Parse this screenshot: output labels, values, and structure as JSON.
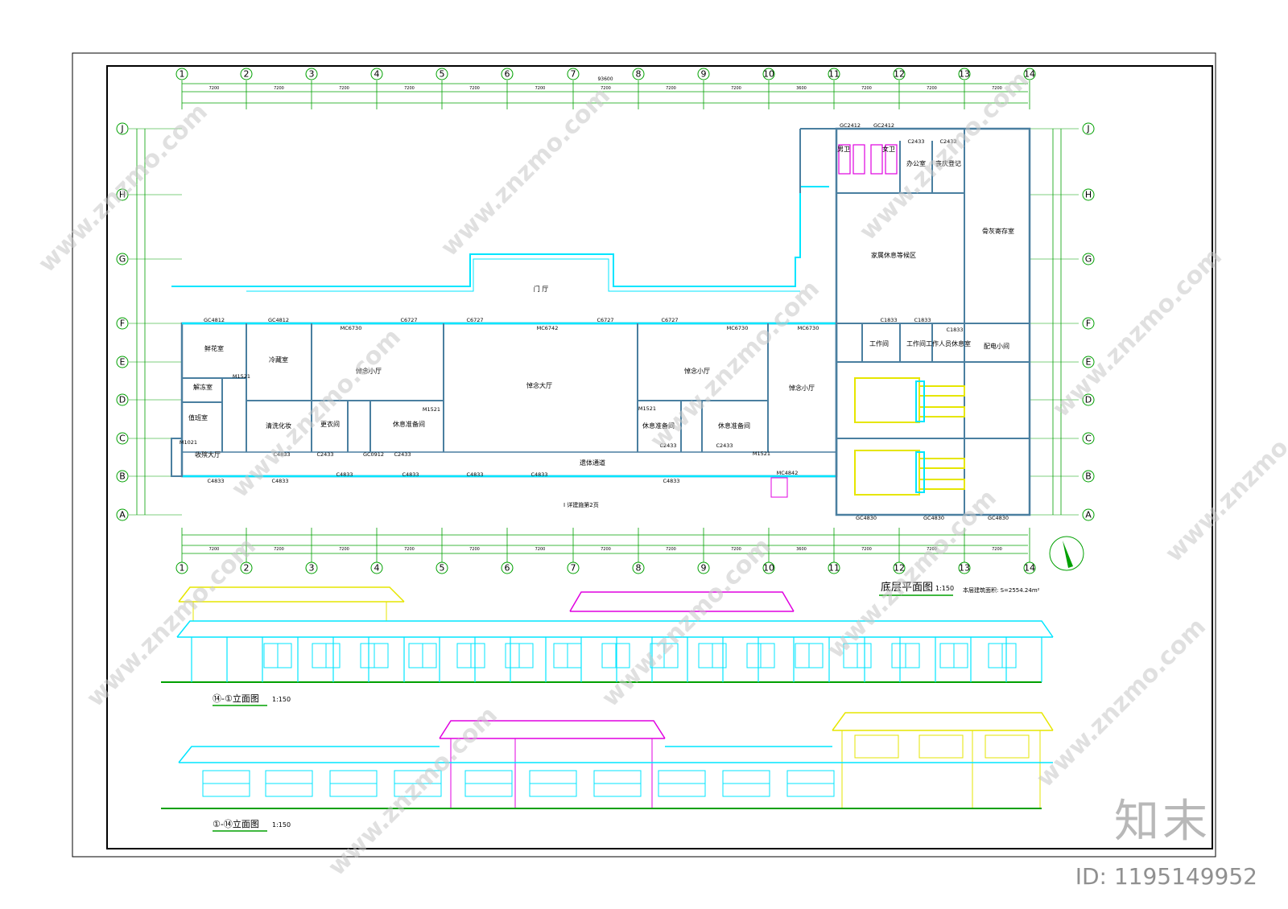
{
  "drawing": {
    "plan_title": "底层平面图",
    "plan_scale": "1:150",
    "area_note": "本层建筑面积: S=2554.24m²",
    "elev1_title": "⑭-①立面图",
    "elev1_scale": "1:150",
    "elev2_title": "①-⑭立面图",
    "elev2_scale": "1:150",
    "section_note": "I 详建施第2页",
    "overall_dim": "93600"
  },
  "grid": {
    "cols": [
      "1",
      "2",
      "3",
      "4",
      "5",
      "6",
      "7",
      "8",
      "9",
      "10",
      "11",
      "12",
      "13",
      "14"
    ],
    "rows": [
      "J",
      "H",
      "G",
      "F",
      "E",
      "D",
      "C",
      "B",
      "A"
    ],
    "spans": [
      "7200",
      "7200",
      "7200",
      "7200",
      "7200",
      "7200",
      "7200",
      "7200",
      "7200",
      "3600",
      "7200",
      "7200",
      "7200"
    ]
  },
  "rooms": [
    {
      "key": "r_xianhua",
      "label": "鲜花室"
    },
    {
      "key": "r_lengcang",
      "label": "冷藏室"
    },
    {
      "key": "r_daonian1",
      "label": "悼念小厅"
    },
    {
      "key": "r_daonian_da",
      "label": "悼念大厅"
    },
    {
      "key": "r_daonian2",
      "label": "悼念小厅"
    },
    {
      "key": "r_daonian3",
      "label": "悼念小厅"
    },
    {
      "key": "r_jiedong",
      "label": "解冻室"
    },
    {
      "key": "r_qingxi",
      "label": "清洗化妆"
    },
    {
      "key": "r_gengyi",
      "label": "更衣间"
    },
    {
      "key": "r_xiuxi1",
      "label": "休息准备间"
    },
    {
      "key": "r_xiuxi2",
      "label": "休息准备间"
    },
    {
      "key": "r_xiuxi3",
      "label": "休息准备间"
    },
    {
      "key": "r_zhibang",
      "label": "值班室"
    },
    {
      "key": "r_shouyun",
      "label": "收殡大厅"
    },
    {
      "key": "r_menting",
      "label": "门  厅"
    },
    {
      "key": "r_yiti",
      "label": "遗体通道"
    },
    {
      "key": "r_jiashu",
      "label": "家属休息等候区"
    },
    {
      "key": "r_nanwei",
      "label": "男卫"
    },
    {
      "key": "r_nvwei",
      "label": "女卫"
    },
    {
      "key": "r_bangong",
      "label": "办公室"
    },
    {
      "key": "r_sangshi",
      "label": "丧庆登记"
    },
    {
      "key": "r_jicun",
      "label": "骨灰寄存室"
    },
    {
      "key": "r_gongzuo1",
      "label": "工作间"
    },
    {
      "key": "r_gongzuo2",
      "label": "工作间"
    },
    {
      "key": "r_renyuan",
      "label": "工作人员休息室"
    },
    {
      "key": "r_peidian",
      "label": "配电小间"
    }
  ],
  "tags": {
    "gc4812a": "GC4812",
    "gc4812b": "GC4812",
    "mc6730a": "MC6730",
    "c6727a": "C6727",
    "c6727b": "C6727",
    "mc6742": "MC6742",
    "c6727c": "C6727",
    "c6727d": "C6727",
    "mc6730b": "MC6730",
    "mc6730c": "MC6730",
    "c4833a": "C4833",
    "c4833b": "C4833",
    "c4833c": "C4833",
    "c4833d": "C4833",
    "c4833e": "C4833",
    "c4833f": "C4833",
    "c4833g": "C4833",
    "c4833h": "C4833",
    "c2433a": "C2433",
    "c2433b": "C2433",
    "c2433c": "C2433",
    "c2433d": "C2433",
    "m1521a": "M1521",
    "m1521b": "M1521",
    "m1521c": "M1521",
    "m1521d": "M1521",
    "m1021": "M1021",
    "gc0912": "GC0912",
    "mc4842": "MC4842",
    "gc2412a": "GC2412",
    "gc2412b": "GC2412",
    "c2433e": "C2433",
    "c2433f": "C2433",
    "c1833a": "C1833",
    "c1833b": "C1833",
    "c1833c": "C1833",
    "gc4830a": "GC4830",
    "gc4830b": "GC4830",
    "gc4830c": "GC4830"
  },
  "branding": {
    "logo_text": "知末",
    "image_id": "ID: 1195149952"
  },
  "watermark": "www.znzmo.com",
  "colors": {
    "wall": "#00e5ff",
    "grid": "#00a000",
    "dim": "#00a000",
    "yellow": "#e6e600",
    "magenta": "#e000e0",
    "border": "#000000"
  }
}
